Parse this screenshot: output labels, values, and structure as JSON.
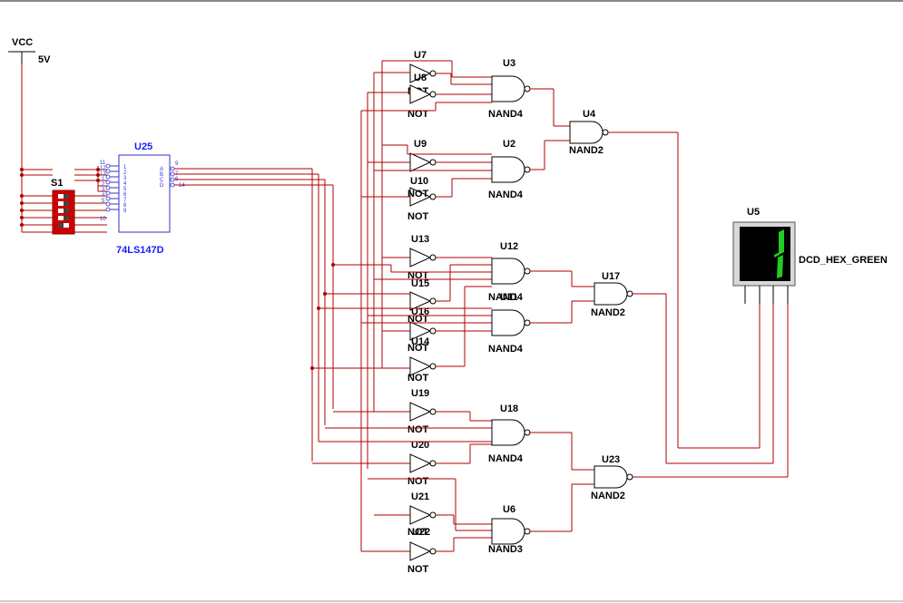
{
  "power": {
    "name": "VCC",
    "value": "5V"
  },
  "switch": {
    "ref": "S1"
  },
  "encoder": {
    "ref": "U25",
    "part": "74LS147D",
    "left_pins": [
      "11",
      "12",
      "13",
      "1",
      "2",
      "3",
      "4",
      "5",
      "10"
    ],
    "left_inputs": [
      "1",
      "2",
      "3",
      "4",
      "5",
      "6",
      "7",
      "8",
      "9"
    ],
    "right_outputs": [
      "A",
      "B",
      "C",
      "D"
    ],
    "right_pins": [
      "9",
      "7",
      "6",
      "14"
    ]
  },
  "inverters": [
    {
      "ref": "U7",
      "type": "NOT"
    },
    {
      "ref": "U8",
      "type": "NOT"
    },
    {
      "ref": "U9",
      "type": "NOT"
    },
    {
      "ref": "U10",
      "type": "NOT"
    },
    {
      "ref": "U13",
      "type": "NOT"
    },
    {
      "ref": "U15",
      "type": "NOT"
    },
    {
      "ref": "U16",
      "type": "NOT"
    },
    {
      "ref": "U14",
      "type": "NOT"
    },
    {
      "ref": "U19",
      "type": "NOT"
    },
    {
      "ref": "U20",
      "type": "NOT"
    },
    {
      "ref": "U21",
      "type": "NOT"
    },
    {
      "ref": "U22",
      "type": "NOT"
    }
  ],
  "gates": [
    {
      "ref": "U3",
      "type": "NAND4"
    },
    {
      "ref": "U2",
      "type": "NAND4"
    },
    {
      "ref": "U4",
      "type": "NAND2"
    },
    {
      "ref": "U12",
      "type": "NAND4"
    },
    {
      "ref": "U11",
      "type": "NAND4"
    },
    {
      "ref": "U17",
      "type": "NAND2"
    },
    {
      "ref": "U18",
      "type": "NAND4"
    },
    {
      "ref": "U6",
      "type": "NAND3"
    },
    {
      "ref": "U23",
      "type": "NAND2"
    }
  ],
  "display": {
    "ref": "U5",
    "type": "DCD_HEX_GREEN",
    "digit": "1",
    "segment_color": "#22cc22"
  }
}
